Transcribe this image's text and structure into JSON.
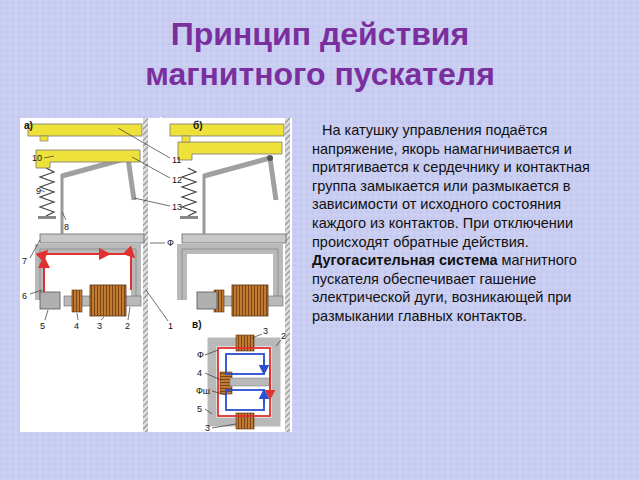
{
  "diagram": {
    "title": "Принцип действия магнитного пускателя",
    "labels": [
      "На катушку управления подаётся напряжение, якорь намагничивается и притягивается к сердечнику и контактная группа замыкается или размыкается в зависимости от исходного состояния каждого из контактов. При отключении происходят обратные действия.",
      "Дугогасительная система",
      "магнитного пускателя обеспечивает гашение электрической дуги, возникающей при размыкании главных контактов.",
      "а)",
      "10",
      "11",
      "12",
      "9",
      "13",
      "8",
      "7",
      "Ф",
      "6",
      "5",
      "4",
      "3",
      "2",
      "1",
      "б)",
      "в)",
      "Ф",
      "4",
      "Фш",
      "5",
      "3",
      "3",
      "2"
    ]
  }
}
